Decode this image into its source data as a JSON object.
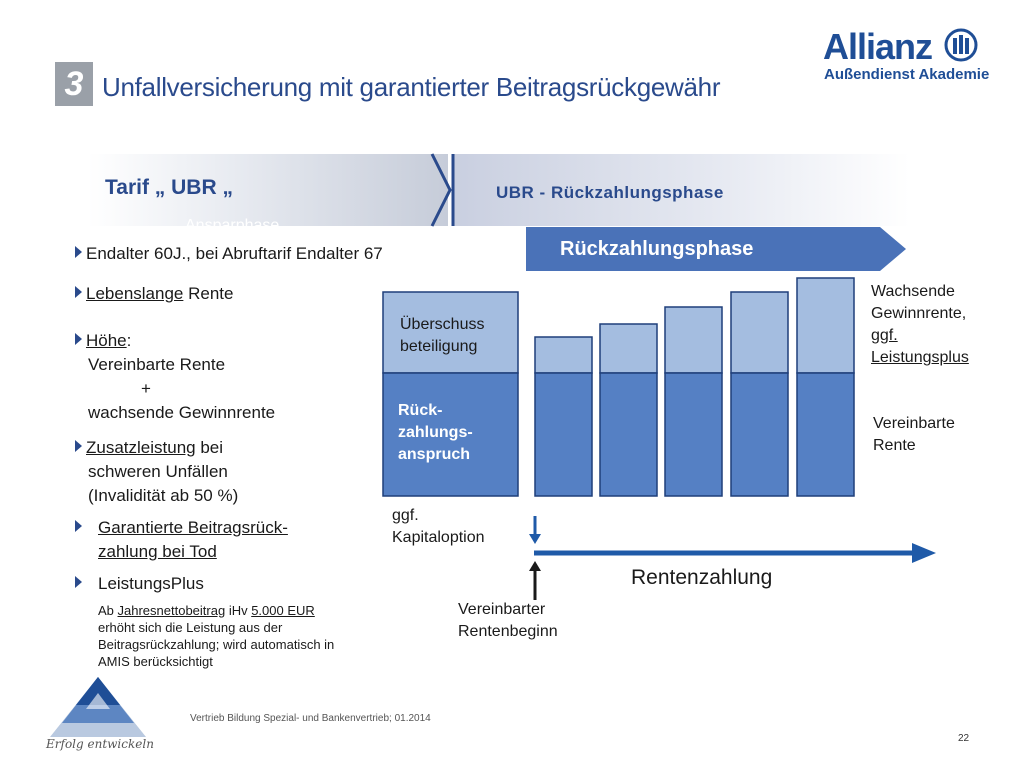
{
  "header": {
    "section_number": "3",
    "title": "Unfallversicherung mit garantierter Beitragsrückgewähr",
    "logo_name": "Allianz",
    "logo_sub": "Außendienst Akademie"
  },
  "banner": {
    "tarif_label": "Tarif „ UBR „",
    "ghost_text": "Ansparphase",
    "right_label": "UBR - Rückzahlungsphase"
  },
  "phase": {
    "label": "Rückzahlungsphase"
  },
  "bullets": {
    "b1": "Endalter 60J., bei   Abruftarif Endalter 67",
    "b2_u": "Lebenslange",
    "b2_rest": " Rente",
    "b3_u": "Höhe",
    "b3_rest": ":",
    "b3_l1": "Vereinbarte Rente",
    "b3_plus": "+",
    "b3_l2": "wachsende Gewinnrente",
    "b4_u": "Zusatzleistung",
    "b4_rest": " bei",
    "b4_l1": "schweren Unfällen",
    "b4_l2": "(Invalidität ab 50 %)",
    "b5_l1": "Garantierte Beitragsrück-",
    "b5_l2": "zahlung bei Tod",
    "b6": "LeistungsPlus",
    "note_pre": "Ab ",
    "note_u1": "Jahresnettobeitrag",
    "note_mid": " iHv ",
    "note_u2": "5.000 EUR",
    "note_l2": "erhöht sich die Leistung aus der",
    "note_l3": "Beitragsrückzahlung; wird automatisch in",
    "note_l4": "AMIS berücksichtigt"
  },
  "diagram": {
    "first_top_l1": "Überschuss",
    "first_top_l2": "beteiligung",
    "first_bot_l1": "Rück-",
    "first_bot_l2": "zahlungs-",
    "first_bot_l3": "anspruch",
    "right_top_l1": "Wachsende",
    "right_top_l2": "Gewinnrente,",
    "right_top_l3": "ggf.",
    "right_top_l4": "Leistungsplus",
    "right_bot_l1": "Vereinbarte",
    "right_bot_l2": "Rente",
    "kap_l1": "ggf.",
    "kap_l2": "Kapitaloption",
    "rentenzahlung": "Rentenzahlung",
    "beginn_l1": "Vereinbarter",
    "beginn_l2": "Rentenbeginn",
    "growing_bars": 5,
    "colors": {
      "bar_light": "#a4bde0",
      "bar_dark": "#5580c4",
      "stroke": "#1f3f7a",
      "arrow": "#1f5aa8"
    }
  },
  "footer": {
    "text": "Vertrieb Bildung Spezial- und Bankenvertrieb; 01.2014",
    "page": "22",
    "tagline": "Erfolg entwickeln"
  }
}
